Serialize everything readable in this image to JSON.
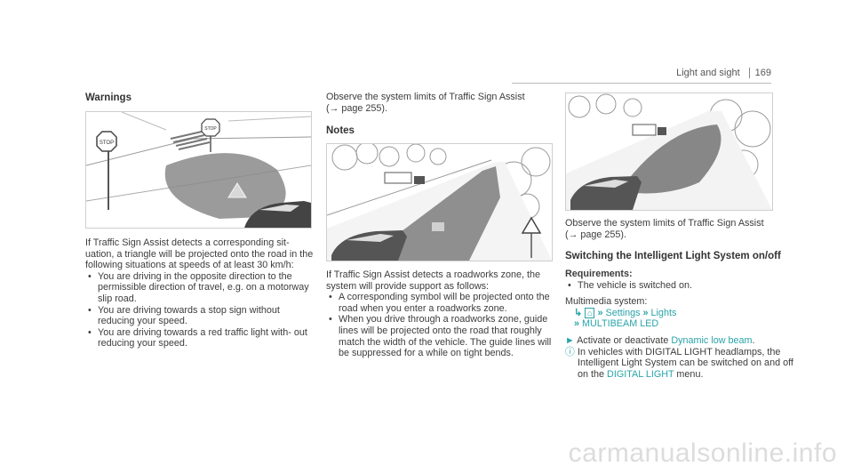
{
  "header": {
    "section": "Light and sight",
    "page_number": "169"
  },
  "col1": {
    "heading": "Warnings",
    "intro": "If Traffic Sign Assist detects a corresponding sit- uation, a triangle will be projected onto the road in the following situations at speeds of at least 30 km/h:",
    "bullets": [
      "You are driving in the opposite direction to the permissible direction of travel, e.g. on a motorway slip road.",
      "You are driving towards a stop sign without reducing your speed.",
      "You are driving towards a red traffic light with- out reducing your speed."
    ],
    "sign_labels": [
      "STOP",
      "STOP"
    ]
  },
  "col2": {
    "observe": "Observe the system limits of Traffic Sign Assist",
    "ref": "(→ page 255).",
    "heading": "Notes",
    "intro": "If Traffic Sign Assist detects a roadworks zone, the system will provide support as follows:",
    "bullets": [
      "A corresponding symbol will be projected onto the road when you enter a roadworks zone.",
      "When you drive through a roadworks zone, guide lines will be projected onto the road that roughly match the width of the vehicle. The guide lines will be suppressed for a while on tight bends."
    ]
  },
  "col3": {
    "observe": "Observe the system limits of Traffic Sign Assist",
    "ref": "(→ page 255).",
    "heading": "Switching the Intelligent Light System on/off",
    "req_label": "Requirements:",
    "req_item": "The vehicle is switched on.",
    "multimedia": "Multimedia system:",
    "nav1_settings": "Settings",
    "nav1_lights": "Lights",
    "nav2": "MULTIBEAM LED",
    "action_pre": "Activate or deactivate ",
    "action_link": "Dynamic low beam",
    "action_post": ".",
    "note_pre": "In vehicles with DIGITAL LIGHT headlamps, the Intelligent Light System can be switched on and off on the ",
    "note_link": "DIGITAL LIGHT",
    "note_post": " menu."
  },
  "watermark": "carmanualsonline.info",
  "colors": {
    "accent": "#2aa3a8",
    "text": "#3c3c3c"
  }
}
